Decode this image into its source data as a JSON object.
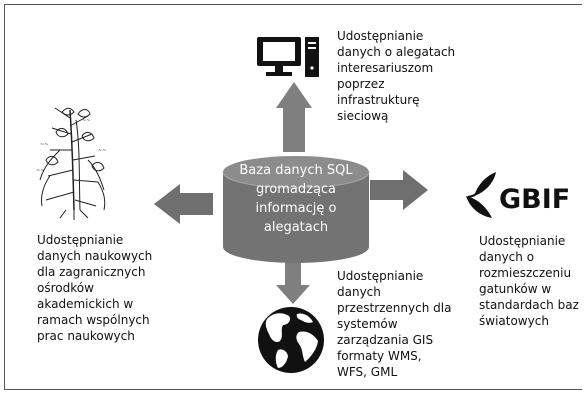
{
  "center": {
    "lines": [
      "Baza danych SQL",
      "gromadząca",
      "informację o",
      "alegatach"
    ]
  },
  "top": {
    "icon": "computer-icon",
    "lines": [
      "Udostępnianie",
      "danych o alegatach",
      "interesariuszom",
      "poprzez",
      "infrastrukturę",
      "sieciową"
    ]
  },
  "left": {
    "icon": "herbarium-plant-icon",
    "lines": [
      "Udostępnianie",
      "danych naukowych",
      "dla zagranicznych",
      "ośrodków",
      "akademickich w",
      "ramach wspólnych",
      "prac naukowych"
    ]
  },
  "bottom": {
    "icon": "globe-icon",
    "lines": [
      "Udostępnianie",
      "danych",
      "przestrzennych dla",
      "systemów",
      "zarządzania GIS",
      "formaty WMS,",
      "WFS, GML"
    ]
  },
  "right": {
    "icon": "gbif-logo",
    "logo_text": "GBIF",
    "lines": [
      "Udostępnianie",
      "danych o",
      "rozmieszczeniu",
      "gatunków w",
      "standardach baz",
      "światowych"
    ]
  },
  "colors": {
    "arrow": "#7f7f7f",
    "cylinder_body": "#737373",
    "cylinder_top": "#8c8c8c",
    "cylinder_text": "#ffffff",
    "icon": "#111111"
  }
}
